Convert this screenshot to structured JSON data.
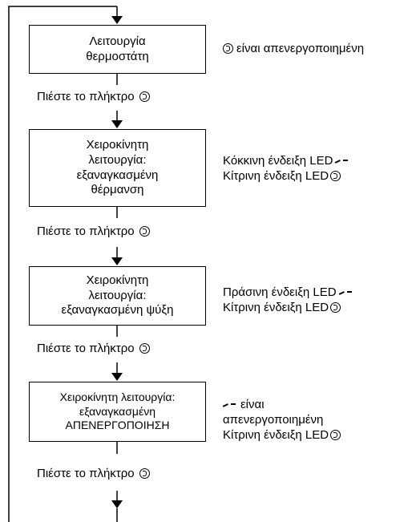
{
  "boxes": [
    {
      "lines": [
        "Λειτουργία",
        "θερμοστάτη"
      ]
    },
    {
      "lines": [
        "Χειροκίνητη",
        "λειτουργία:",
        "εξαναγκασμένη",
        "θέρμανση"
      ]
    },
    {
      "lines": [
        "Χειροκίνητη",
        "λειτουργία:",
        "εξαναγκασμένη ψύξη"
      ]
    },
    {
      "lines": [
        "Χειροκίνητη λειτουργία:",
        "εξαναγκασμένη",
        "ΑΠΕΝΕΡΓΟΠΟΙΗΣΗ"
      ]
    }
  ],
  "press_label": "Πιέστε το πλήκτρο",
  "notes": [
    {
      "lines": [
        "είναι απενεργοποιημένη"
      ]
    },
    {
      "lines": [
        "Κόκκινη ένδειξη LED",
        "Κίτρινη ένδειξη LED"
      ]
    },
    {
      "lines": [
        "Πράσινη ένδειξη LED",
        "Κίτρινη ένδειξη LED"
      ]
    },
    {
      "lines": [
        "είναι",
        "απενεργοποιημένη",
        "Κίτρινη ένδειξη LED"
      ]
    }
  ],
  "icons": {
    "button": "mode-button-icon",
    "switch": "switch-contact-icon"
  }
}
